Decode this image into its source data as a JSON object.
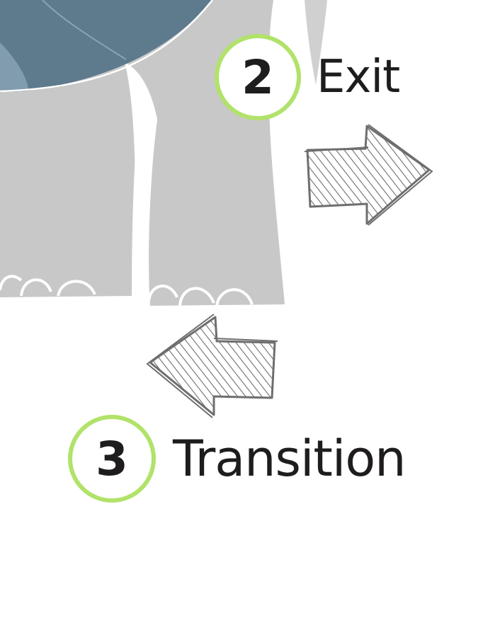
{
  "steps": [
    {
      "number": "2",
      "label": "Exit"
    },
    {
      "number": "3",
      "label": "Transition"
    }
  ],
  "colors": {
    "ring": "#b1e26a",
    "text": "#1e1c1c",
    "elephant_body": "#c8c8c8",
    "elephant_ear": "#5e7a8d",
    "arrow": "#777777"
  },
  "icons": {
    "elephant": "elephant-illustration",
    "right_arrow": "sketch-arrow-right-icon",
    "left_arrow": "sketch-arrow-left-icon"
  }
}
